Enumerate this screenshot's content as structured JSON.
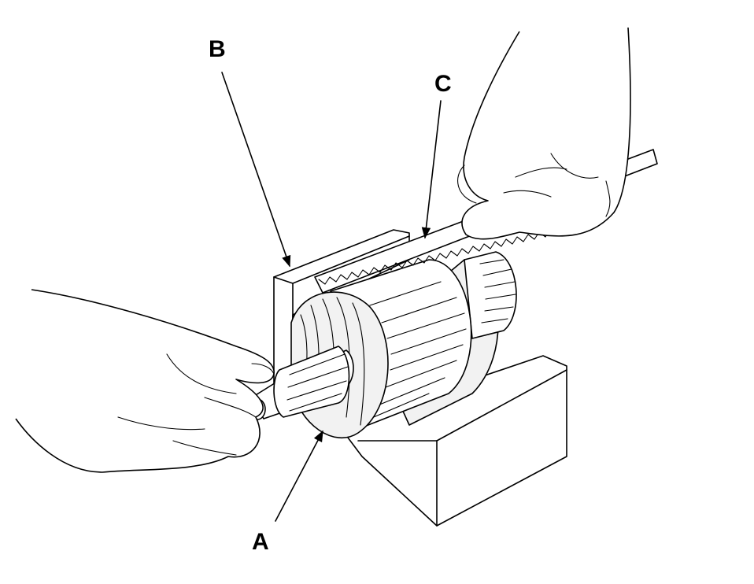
{
  "diagram": {
    "labels": {
      "a": "A",
      "b": "B",
      "c": "C"
    }
  },
  "colors": {
    "ink": "#000000",
    "paper": "#ffffff"
  }
}
